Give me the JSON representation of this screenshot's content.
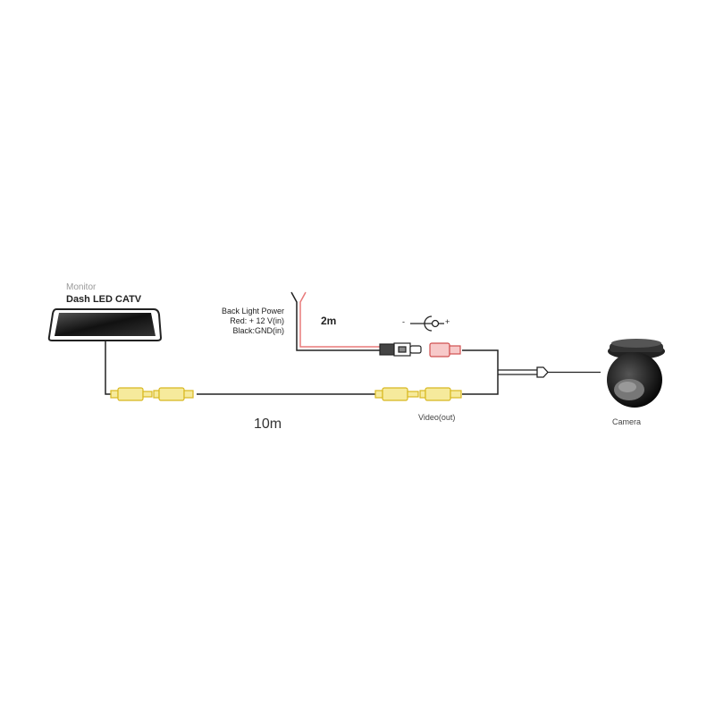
{
  "monitor": {
    "caption": "Monitor",
    "name": "Dash LED CATV"
  },
  "power": {
    "title": "Back Light Power",
    "red": "Red: + 12 V(in)",
    "black": "Black:GND(in)",
    "length": "2m",
    "polarity_minus": "-",
    "polarity_plus": "+"
  },
  "video": {
    "length": "10m",
    "label": "Video(out)"
  },
  "camera": {
    "label": "Camera"
  },
  "colors": {
    "rca_yellow": "#f3e27a",
    "power_red": "#e87a7a",
    "cable": "#222222"
  }
}
